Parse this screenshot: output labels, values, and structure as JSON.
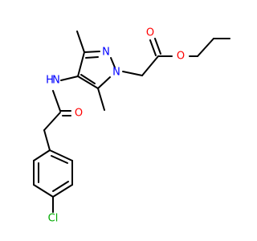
{
  "molecule": {
    "atoms": {
      "n1": "N",
      "n2": "N",
      "o_carbonyl_ester": "O",
      "o_ether": "O",
      "nh": "H",
      "n_amide": "N",
      "o_amide": "O",
      "cl": "Cl"
    }
  },
  "colors": {
    "bond": "#000000",
    "nitrogen": "#0000ff",
    "oxygen": "#ff0000",
    "chlorine": "#00aa00"
  }
}
